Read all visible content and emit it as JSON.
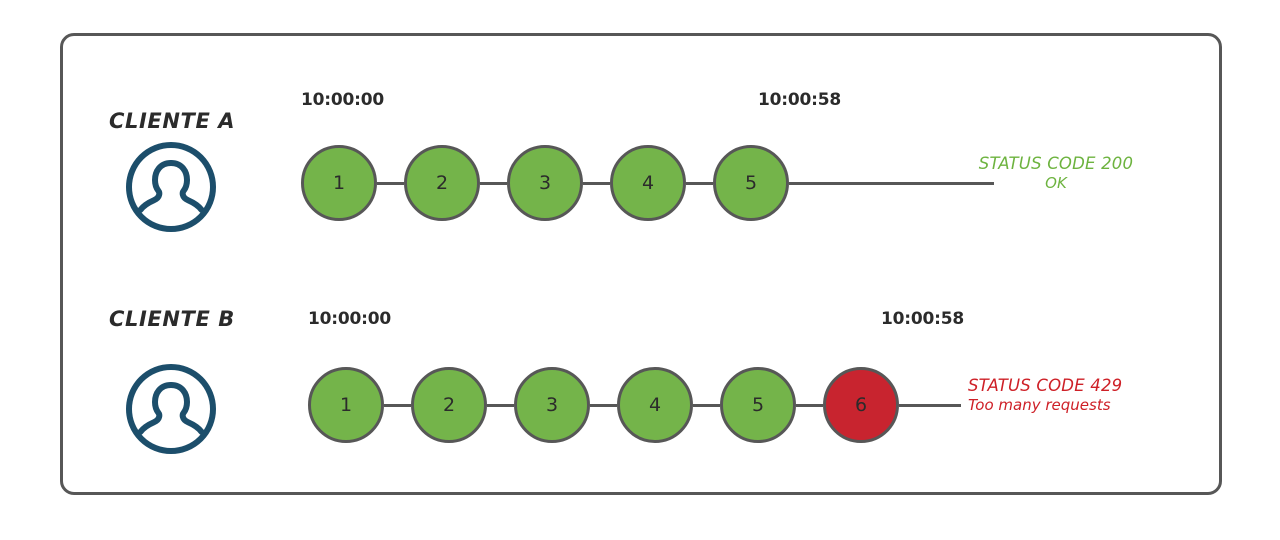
{
  "diagram": {
    "title_hidden": "",
    "frame_color": "#575757",
    "colors": {
      "node_ok": "#74B44A",
      "node_fail": "#C8242F",
      "node_border": "#575757",
      "avatar": "#1C4E6B",
      "status_ok_text": "#6DB33F",
      "status_fail_text": "#CE2027",
      "label_text": "#2b2b2b"
    },
    "rows": [
      {
        "id": "client-a",
        "label": "CLIENTE A",
        "avatar_icon": "user-avatar-icon",
        "time_start": "10:00:00",
        "time_end": "10:00:58",
        "nodes": [
          {
            "number": "1",
            "state": "ok"
          },
          {
            "number": "2",
            "state": "ok"
          },
          {
            "number": "3",
            "state": "ok"
          },
          {
            "number": "4",
            "state": "ok"
          },
          {
            "number": "5",
            "state": "ok"
          }
        ],
        "status": {
          "state": "ok",
          "line1": "STATUS CODE 200",
          "line2": "OK"
        }
      },
      {
        "id": "client-b",
        "label": "CLIENTE B",
        "avatar_icon": "user-avatar-icon",
        "time_start": "10:00:00",
        "time_end": "10:00:58",
        "nodes": [
          {
            "number": "1",
            "state": "ok"
          },
          {
            "number": "2",
            "state": "ok"
          },
          {
            "number": "3",
            "state": "ok"
          },
          {
            "number": "4",
            "state": "ok"
          },
          {
            "number": "5",
            "state": "ok"
          },
          {
            "number": "6",
            "state": "fail"
          }
        ],
        "status": {
          "state": "fail",
          "line1": "STATUS CODE 429",
          "line2": "Too many requests"
        }
      }
    ]
  }
}
